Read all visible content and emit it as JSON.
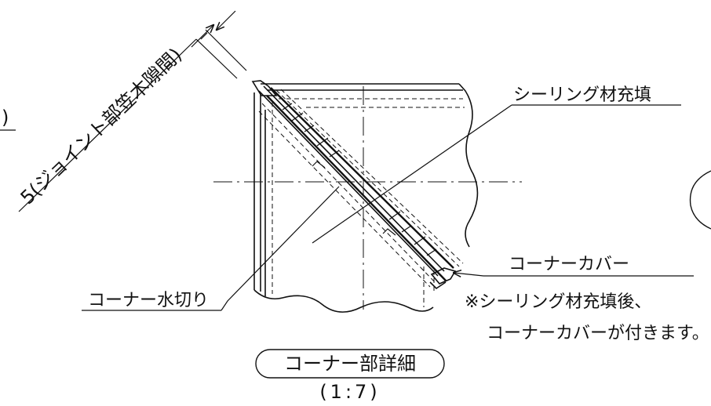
{
  "labels": {
    "joint_gap": "5(ジョイント部笠木隙間)",
    "sealing": "シーリング材充填",
    "corner_cover": "コーナーカバー",
    "corner_drip": "コーナー水切り",
    "note_line1": "※シーリング材充填後、",
    "note_line2": "コーナーカバーが付きます。",
    "left_fragment": ")",
    "title": "コーナー部詳細",
    "scale": "(1:7)"
  },
  "colors": {
    "ink": "#111111",
    "background": "#ffffff"
  }
}
